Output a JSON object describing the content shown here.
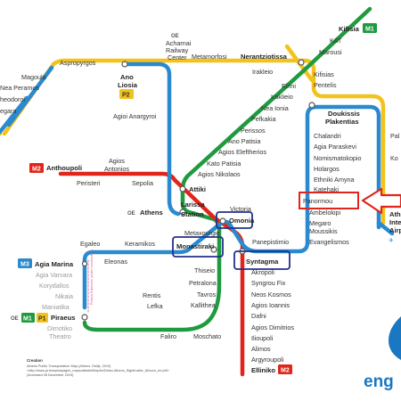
{
  "colors": {
    "line1_green": "#1f9a3e",
    "line2_red": "#e1251b",
    "line3_blue": "#2a8ad0",
    "suburban_yellow": "#f3c21c",
    "highlight_navy": "#23308a",
    "arrow_red": "#e1251b",
    "brand_blue": "#1a78c2",
    "tram_pink": "#e38ab0"
  },
  "lines": {
    "m1": "M1",
    "m2": "M2",
    "m3": "M3",
    "p1": "P1",
    "p2": "P2"
  },
  "icons": {
    "suburban_rail": "OE",
    "highlight_arrow": "arrow-left-icon",
    "airport": "plane-icon"
  },
  "stations": {
    "kifisia": "Kifisia",
    "kat": "KAT",
    "marousi": "Marousi",
    "nerantziotissa": "Nerantziotissa",
    "irakleio": "Irakleio",
    "eirini": "Eirini",
    "iraklieio": "Iraklieio",
    "nea_ionia": "Nea Ionia",
    "pefkakia": "Pefkakia",
    "perissos": "Perissos",
    "ano_patisia": "Ano Patisia",
    "agios_eleftherios": "Agios Eleftherios",
    "kato_patisia": "Kato Patisia",
    "agios_nikolaos": "Agios Nikolaos",
    "attiki": "Attiki",
    "victoria": "Victoria",
    "omonia": "Omonia",
    "larissa_station_1": "Larissa",
    "larissa_station_2": "Station",
    "metaxourgio": "Metaxourgio",
    "athens": "Athens",
    "acharnai_1": "Acharnai",
    "acharnai_2": "Railway",
    "acharnai_3": "Center",
    "metamorfosi": "Metamorfosi",
    "ano_liosia_1": "Ano",
    "ano_liosia_2": "Liosia",
    "aspropyrgos": "Aspropyrgos",
    "magoula": "Magoula",
    "nea_peramos": "Nea Peramos",
    "megara_frag_1": "heodoroi",
    "megara_frag_2": "egara",
    "agioi_anargyroi": "Agioi Anargyroi",
    "anthoupoli": "Anthoupoli",
    "peristeri": "Peristeri",
    "agios_antonios_1": "Agios",
    "agios_antonios_2": "Antonios",
    "sepolia": "Sepolia",
    "egaleo": "Egaleo",
    "keramikos": "Keramikos",
    "eleonas": "Eleonas",
    "monastiraki": "Monastiraki",
    "panepistimio": "Panepistimio",
    "syntagma": "Syntagma",
    "agia_marina": "Agia Marina",
    "agia_varvara": "Agia Varvara",
    "korydallos": "Korydallos",
    "nikaia": "Nikaia",
    "maniatika": "Maniatika",
    "piraeus": "Piraeus",
    "dimotiko_1": "Dimotiko",
    "dimotiko_2": "Theatro",
    "thiseio": "Thiseio",
    "petralona": "Petralona",
    "tavros": "Tavros",
    "kallithea": "Kallithea",
    "rentis": "Rentis",
    "lefka": "Lefka",
    "faliro": "Faliro",
    "moschato": "Moschato",
    "akropoli": "Akropoli",
    "syngrou_fix": "Syngrou Fix",
    "neos_kosmos": "Neos Kosmos",
    "agios_ioannis": "Agios Ioannis",
    "dafni": "Dafni",
    "agios_dimitrios": "Agios Dimitrios",
    "ilioupoli": "Ilioupoli",
    "alimos": "Alimos",
    "argyroupoli": "Argyroupoli",
    "elliniko": "Elliniko",
    "kifisias": "Kifisias",
    "pentelis": "Pentelis",
    "doukissis_1": "Doukissis",
    "doukissis_2": "Plakentias",
    "chalandri": "Chalandri",
    "agia_paraskevi": "Agia Paraskevi",
    "nomismatokopio": "Nomismatokopio",
    "holargos": "Holargos",
    "ethniki_amyna": "Ethniki Amyna",
    "katehaki": "Katehaki",
    "panormou": "Panormou",
    "ambelokipi": "Ambelokipi",
    "megaro_moussikis_1": "Megaro",
    "megaro_moussikis_2": "Moussikis",
    "evangelismos": "Evangelismos",
    "right_pal": "Pal",
    "right_ko": "Ko",
    "right_ath_1": "Ath",
    "right_ath_2": "Inte",
    "right_ath_3": "Airp"
  },
  "tram_text": "Piraeus Extension (under construction)",
  "caption": {
    "title": "Creation",
    "line1": "Athens Public Transportation Map (Athens, Delijk, 2019)",
    "line2": "<http://www.ja.bluepinkpages_maps/attrakelMapfm/Detsu.Athens_Sightmaticr_Athoon_en.pdf>",
    "line3": "(Accessed 28 December 2019)"
  },
  "brand_fragment": "eng"
}
